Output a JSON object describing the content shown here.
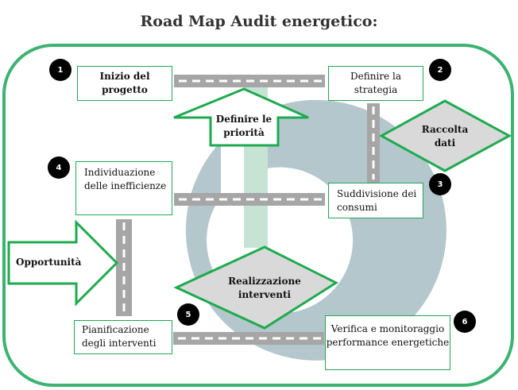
{
  "title": "Road Map Audit energetico:",
  "colors": {
    "frame_green": "#3cb371",
    "box_green": "#1faa4f",
    "ring": "#b3c7cc",
    "road": "#a6a6a6",
    "column": "#c6e3d4",
    "diamond_fill": "#d9d9d9",
    "badge": "#000000"
  },
  "steps": [
    {
      "number": "1",
      "line1": "Inizio del",
      "line2": "progetto"
    },
    {
      "number": "2",
      "line1": "Definire la",
      "line2": "strategia"
    },
    {
      "number": "3",
      "line1": "Suddivisione dei",
      "line2": "consumi"
    },
    {
      "number": "4",
      "line1": "Individuazione",
      "line2": "delle inefficienze"
    },
    {
      "number": "5",
      "line1": "Pianificazione",
      "line2": "degli interventi"
    },
    {
      "number": "6",
      "line1": "Verifica e monitoraggio",
      "line2": "performance energetiche"
    }
  ],
  "arrows": {
    "priorities": {
      "line1": "Definire le",
      "line2": "priorità"
    },
    "opportunities": {
      "line1": "Opportunità"
    }
  },
  "diamonds": {
    "data_collection": {
      "line1": "Raccolta",
      "line2": "dati"
    },
    "implementation": {
      "line1": "Realizzazione",
      "line2": "interventi"
    }
  }
}
